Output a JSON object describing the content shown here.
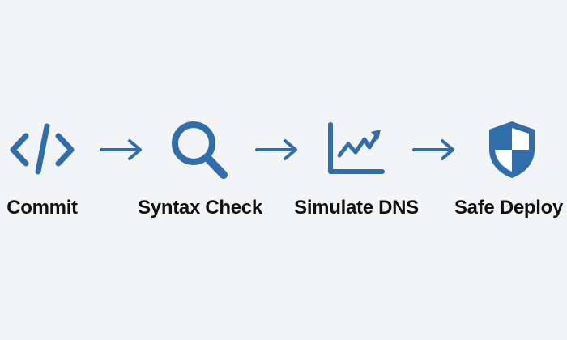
{
  "colors": {
    "background": "#f3f4f6",
    "icon": "#2f6eab",
    "text": "#111111"
  },
  "steps": [
    {
      "label": "Commit",
      "icon": "code-icon"
    },
    {
      "label": "Syntax Check",
      "icon": "magnifier-icon"
    },
    {
      "label": "Simulate DNS",
      "icon": "line-chart-icon"
    },
    {
      "label": "Safe Deploy",
      "icon": "shield-icon"
    }
  ],
  "connectors": [
    "arrow-right-icon",
    "arrow-right-icon",
    "arrow-right-icon"
  ]
}
